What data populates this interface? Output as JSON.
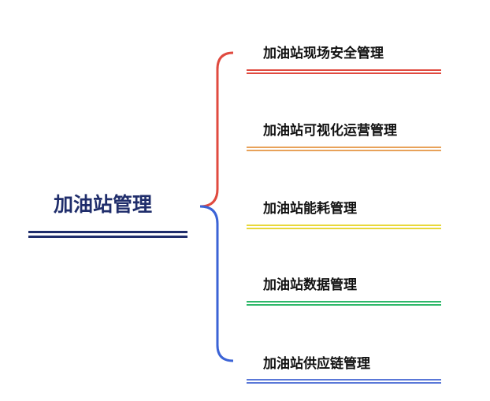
{
  "root": {
    "label": "加油站管理",
    "color": "#1f2d6b"
  },
  "bracket": {
    "upper_color": "#e04a3f",
    "lower_color": "#3b63d6"
  },
  "branches": [
    {
      "label": "加油站现场安全管理",
      "color": "#e04a3f"
    },
    {
      "label": "加油站可视化运营管理",
      "color": "#e8a25a"
    },
    {
      "label": "加油站能耗管理",
      "color": "#e8d83a"
    },
    {
      "label": "加油站数据管理",
      "color": "#2fb86a"
    },
    {
      "label": "加油站供应链管理",
      "color": "#5a78d8"
    }
  ]
}
